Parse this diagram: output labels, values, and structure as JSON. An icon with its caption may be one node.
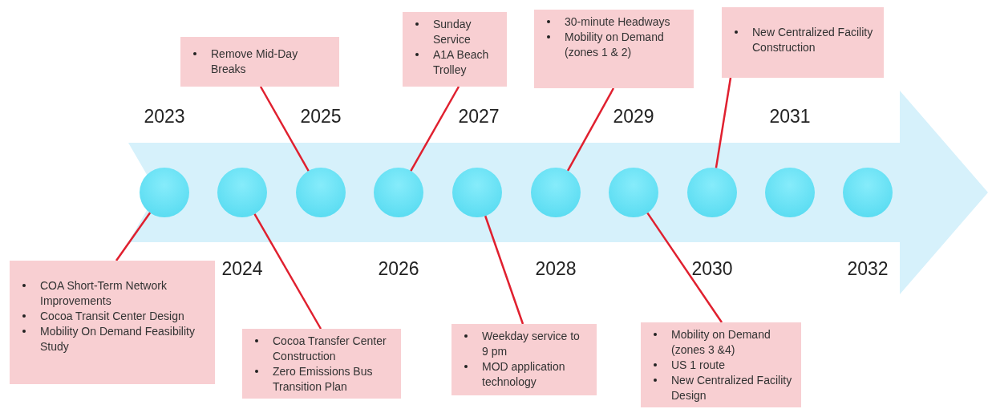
{
  "diagram": {
    "nodes": [
      {
        "text": [
          "Remove Mid-Day Breaks"
        ]
      },
      {
        "text": [
          "Sunday Service",
          "A1A Beach Trolley"
        ]
      },
      {
        "text": [
          "30-minute Headways",
          "Mobility on Demand (zones 1 & 2)"
        ]
      },
      {
        "text": [
          "New Centralized Facility Construction"
        ]
      },
      {
        "text": [],
        "shape": "circle"
      },
      {
        "text": [],
        "shape": "circle"
      },
      {
        "text": [],
        "shape": "circle"
      },
      {
        "text": [],
        "shape": "circle"
      },
      {
        "text": [],
        "shape": "circle"
      },
      {
        "text": [],
        "shape": "circle"
      },
      {
        "text": [],
        "shape": "circle"
      },
      {
        "text": [],
        "shape": "circle"
      },
      {
        "text": [],
        "shape": "circle"
      },
      {
        "text": [],
        "shape": "circle"
      },
      {
        "text": [
          "COA Short-Term Network Improvements",
          "Cocoa Transit Center Design",
          "Mobility On Demand Feasibility Study"
        ]
      },
      {
        "text": [
          "Cocoa Transfer Center Construction",
          "Zero Emissions Bus Transition Plan"
        ]
      },
      {
        "text": [
          "Weekday service to 9 pm",
          "MOD application technology"
        ]
      },
      {
        "text": [
          "Mobility on Demand (zones 3 &4)",
          "US 1 route",
          "New Centralized Facility Design"
        ]
      }
    ],
    "edges": [
      {
        "from": 0,
        "to": 6,
        "arrow": "none"
      },
      {
        "from": 1,
        "to": 7,
        "arrow": "none"
      },
      {
        "from": 2,
        "to": 9,
        "arrow": "none"
      },
      {
        "from": 3,
        "to": 11,
        "arrow": "none"
      },
      {
        "from": 14,
        "to": 4,
        "arrow": "none"
      },
      {
        "from": 15,
        "to": 5,
        "arrow": "none"
      },
      {
        "from": 16,
        "to": 8,
        "arrow": "none"
      },
      {
        "from": 17,
        "to": 10,
        "arrow": "none"
      }
    ],
    "labels": [
      "2023",
      "2025",
      "2027",
      "2029",
      "2031",
      "2024",
      "2026",
      "2028",
      "2030",
      "2032"
    ]
  }
}
